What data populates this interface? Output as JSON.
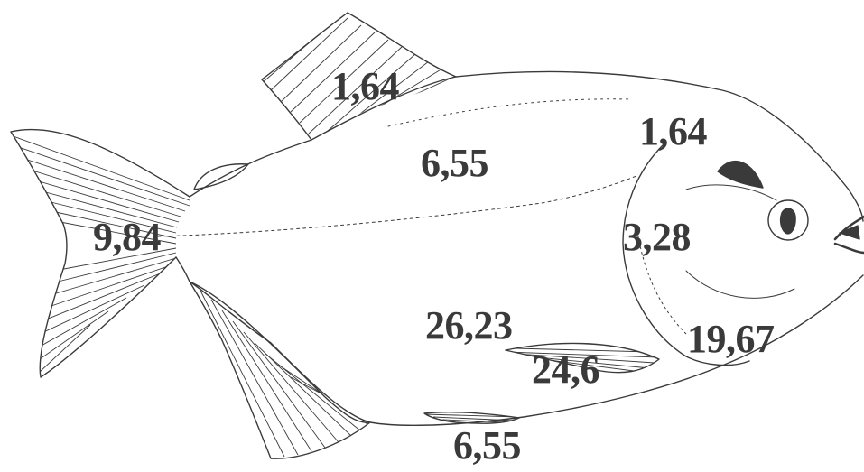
{
  "colors": {
    "text": "#3a3a3a",
    "line": "#3a3a3a",
    "background": "#ffffff"
  },
  "labels": {
    "dorsal_fin": "1,64",
    "upper_body": "6,55",
    "upper_head": "1,64",
    "caudal_peduncle": "9,84",
    "operculum": "3,28",
    "lower_body": "26,23",
    "head_lower": "19,67",
    "pectoral_fin": "24,6",
    "pelvic_fin": "6,55"
  }
}
